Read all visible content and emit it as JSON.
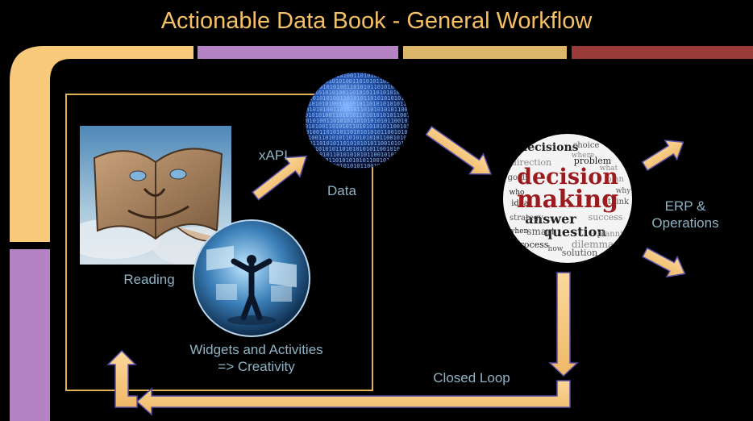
{
  "title": "Actionable Data Book - General Workflow",
  "labels": {
    "xapi": "xAPI",
    "data": "Data",
    "reading": "Reading",
    "widgets_line1": "Widgets and Activities",
    "widgets_line2": "=> Creativity",
    "erp_line1": "ERP &",
    "erp_line2": "Operations",
    "closed_loop": "Closed Loop"
  },
  "decision_word_cloud": {
    "main": [
      "decision",
      "making"
    ],
    "secondary": [
      "decisions",
      "choice",
      "direction",
      "problem",
      "goals",
      "plan",
      "answer",
      "strategy",
      "success",
      "question",
      "smart",
      "dilemma",
      "process",
      "solution",
      "planning",
      "idea",
      "think",
      "where",
      "when",
      "how",
      "what",
      "who",
      "why"
    ]
  },
  "binary_text": "0101011010101001101010110101010101100101",
  "colors": {
    "background": "#000000",
    "title": "#f5c064",
    "frame_orange": "#f8c978",
    "bar_purple": "#b583c4",
    "bar_gold": "#dcb66a",
    "bar_red": "#9a3a39",
    "arrow_fill": "#f6c47c",
    "arrow_stroke": "#5a4fa8",
    "label": "#8fb3c4",
    "inner_border": "#e0b155"
  },
  "icons": {
    "book": "face-book-image",
    "person": "person-in-globe-image",
    "data": "binary-globe-image",
    "decision": "word-cloud-image"
  }
}
